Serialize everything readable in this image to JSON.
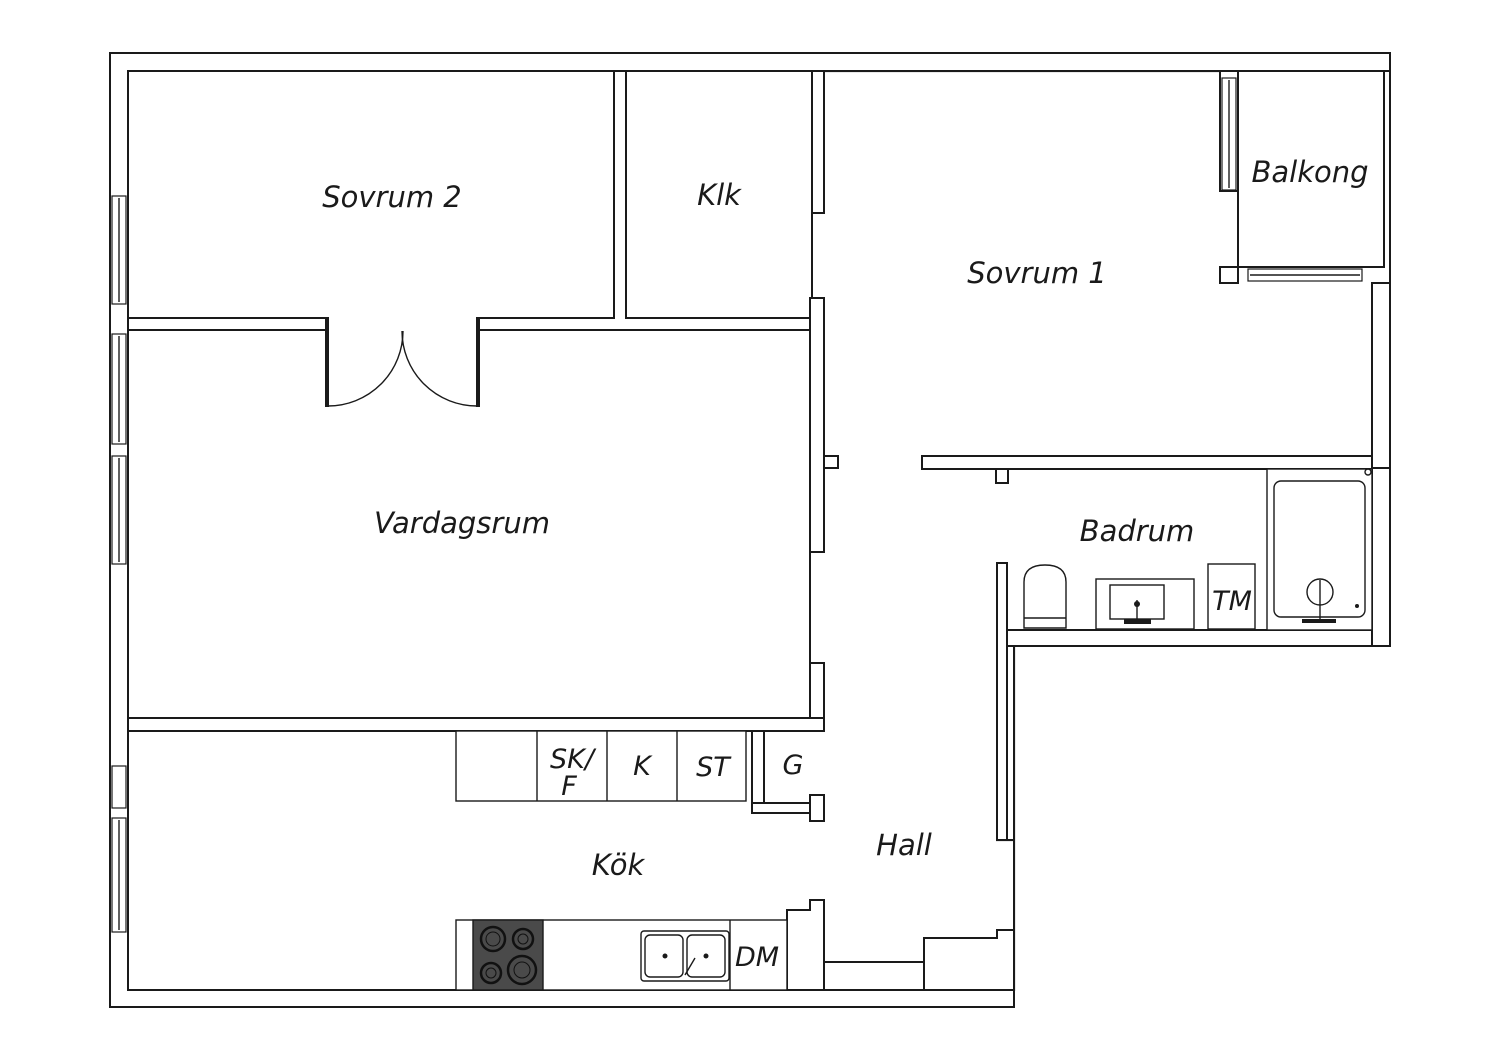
{
  "rooms": {
    "sovrum2": "Sovrum 2",
    "klk": "Klk",
    "sovrum1": "Sovrum 1",
    "balkong": "Balkong",
    "vardagsrum": "Vardagsrum",
    "badrum": "Badrum",
    "kok": "Kök",
    "hall": "Hall"
  },
  "fixtures": {
    "skf_line1": "SK/",
    "skf_line2": "F",
    "k": "K",
    "st": "ST",
    "g": "G",
    "tm": "TM",
    "dm": "DM"
  },
  "colors": {
    "line": "#1a1a1a",
    "stove_top": "#4a4a4a",
    "background": "#ffffff"
  }
}
